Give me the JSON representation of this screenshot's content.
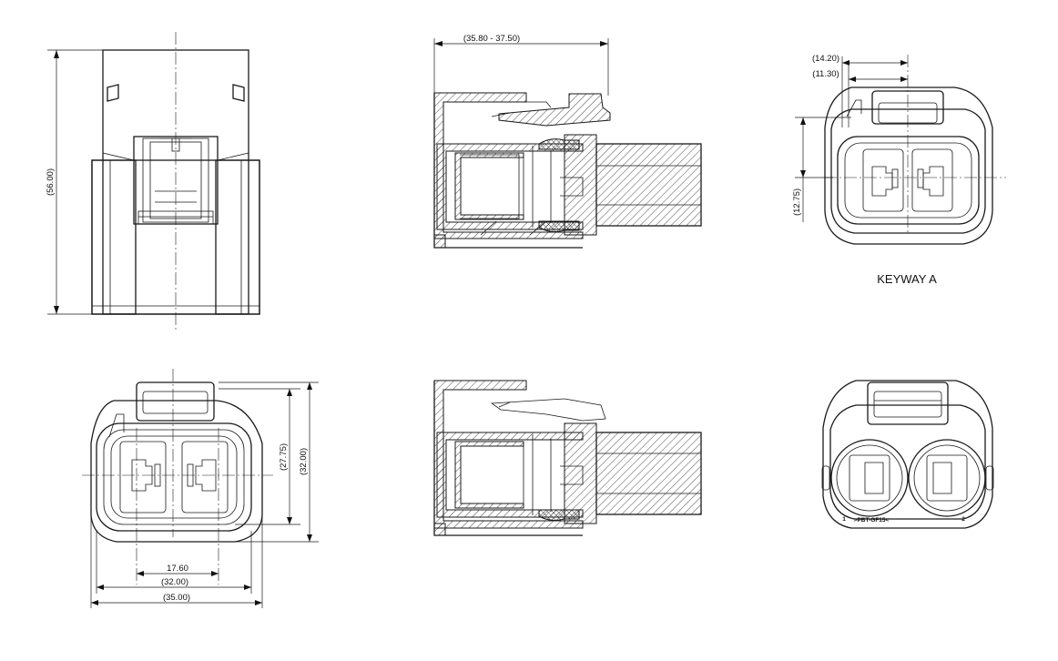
{
  "dimensions": {
    "front_height": "(56.00)",
    "side_length": "(35.80 - 37.50)",
    "keyway_offset_1": "(14.20)",
    "keyway_offset_2": "(11.30)",
    "keyway_height": "(12.75)",
    "rear_inner_height": "(27.75)",
    "rear_outer_height": "(32.00)",
    "pitch": "17.60",
    "inner_width": "(32.00)",
    "outer_width": "(35.00)"
  },
  "labels": {
    "keyway": "KEYWAY A",
    "cavity_1": "1",
    "cavity_2": "2",
    "part_marking": ">PBT-GF15<"
  }
}
